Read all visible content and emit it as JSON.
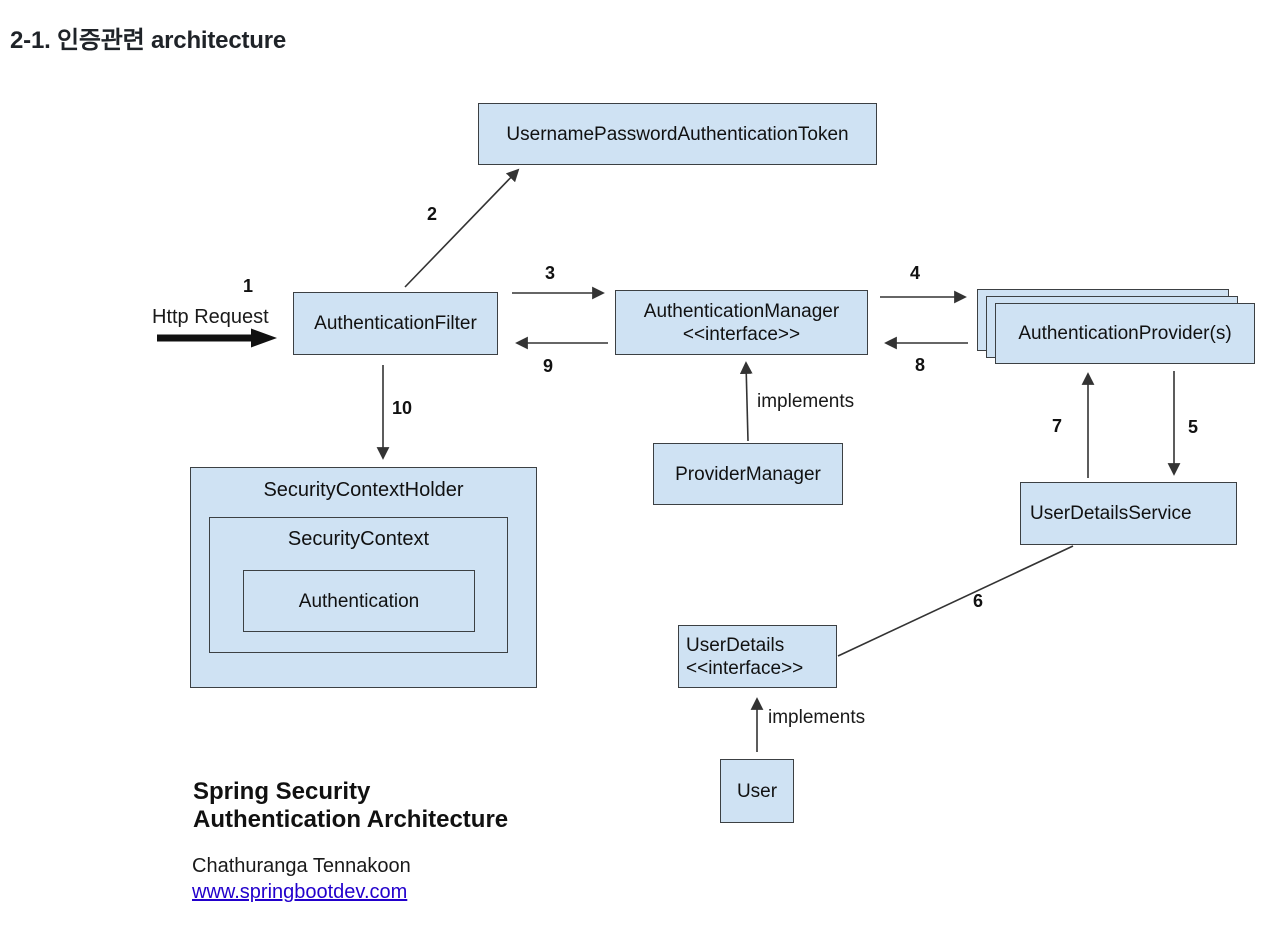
{
  "page_title": "2-1. 인증관련 architecture",
  "colors": {
    "box_fill": "#cfe2f3",
    "box_border": "#3c4043",
    "connector": "#333333",
    "link": "#2200cc",
    "heading_text": "#1f2328"
  },
  "diagram": {
    "http_request_label": "Http Request",
    "implements_top": "implements",
    "implements_bottom": "implements",
    "nodes": {
      "token": {
        "label": "UsernamePasswordAuthenticationToken"
      },
      "filter": {
        "label": "AuthenticationFilter"
      },
      "manager": {
        "label": "AuthenticationManager",
        "stereotype": "<<interface>>"
      },
      "providers": {
        "label": "AuthenticationProvider(s)"
      },
      "provider_manager": {
        "label": "ProviderManager"
      },
      "security_context_holder": {
        "label": "SecurityContextHolder"
      },
      "security_context": {
        "label": "SecurityContext"
      },
      "authentication": {
        "label": "Authentication"
      },
      "user_details_service": {
        "label": "UserDetailsService"
      },
      "user_details": {
        "label": "UserDetails",
        "stereotype": "<<interface>>"
      },
      "user": {
        "label": "User"
      }
    },
    "step_labels": {
      "s1": "1",
      "s2": "2",
      "s3": "3",
      "s4": "4",
      "s5": "5",
      "s6": "6",
      "s7": "7",
      "s8": "8",
      "s9": "9",
      "s10": "10"
    }
  },
  "footer": {
    "title_line1": "Spring Security",
    "title_line2": "Authentication Architecture",
    "author": "Chathuranga Tennakoon",
    "website": "www.springbootdev.com"
  }
}
